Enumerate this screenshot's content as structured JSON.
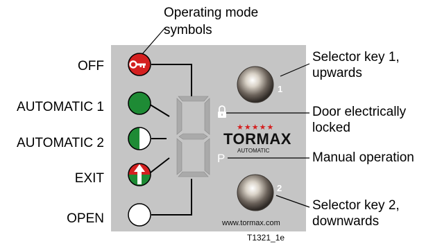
{
  "labels": {
    "mode_symbols": [
      "Operating mode",
      "symbols"
    ],
    "off": "OFF",
    "automatic1": "AUTOMATIC 1",
    "automatic2": "AUTOMATIC 2",
    "exit": "EXIT",
    "open": "OPEN",
    "selector1": [
      "Selector key 1,",
      "upwards"
    ],
    "door_locked": [
      "Door electrically",
      "locked"
    ],
    "manual": "Manual operation",
    "selector2": [
      "Selector key 2,",
      "downwards"
    ]
  },
  "panel": {
    "brand": "TORMAX",
    "brand_sub": "AUTOMATIC",
    "stars": "★★★★★",
    "url": "www.tormax.com",
    "key1_number": "1",
    "key2_number": "2",
    "manual_letter": "P"
  },
  "figure_id": "T1321_1e",
  "colors": {
    "panel": "#c5c5c5",
    "off_red": "#d42020",
    "automatic_green": "#1e8b35",
    "segment": "#aaaaaa",
    "stars_red": "#d42020"
  },
  "icons": {
    "off": "key-icon",
    "door_locked": "padlock-icon",
    "exit": "up-arrow-icon"
  }
}
